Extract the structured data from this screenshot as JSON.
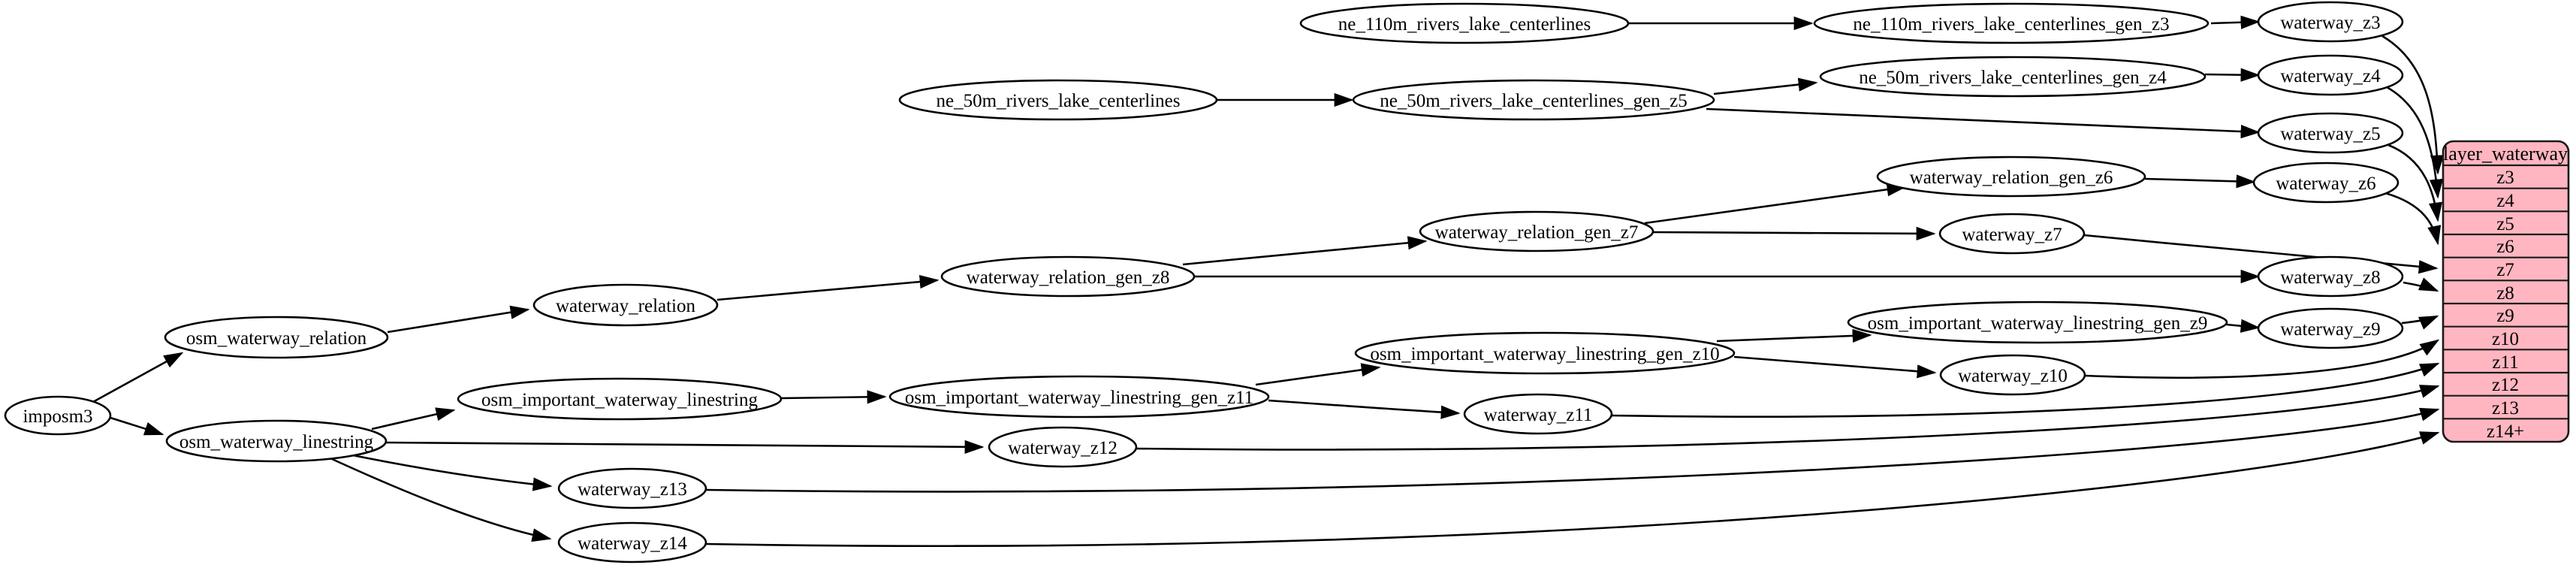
{
  "colors": {
    "background": "#ffffff",
    "node_fill": "#ffffff",
    "node_stroke": "#000000",
    "edge": "#000000",
    "table_fill": "#ffb6c1",
    "table_stroke": "#1a1a1a",
    "text": "#000000"
  },
  "nodes": {
    "imposm3": {
      "label": "imposm3"
    },
    "osm_waterway_relation": {
      "label": "osm_waterway_relation"
    },
    "osm_waterway_linestring": {
      "label": "osm_waterway_linestring"
    },
    "waterway_relation": {
      "label": "waterway_relation"
    },
    "osm_important_waterway_linestring": {
      "label": "osm_important_waterway_linestring"
    },
    "waterway_relation_gen_z8": {
      "label": "waterway_relation_gen_z8"
    },
    "waterway_relation_gen_z7": {
      "label": "waterway_relation_gen_z7"
    },
    "waterway_relation_gen_z6": {
      "label": "waterway_relation_gen_z6"
    },
    "osm_important_waterway_linestring_gen_z11": {
      "label": "osm_important_waterway_linestring_gen_z11"
    },
    "osm_important_waterway_linestring_gen_z10": {
      "label": "osm_important_waterway_linestring_gen_z10"
    },
    "osm_important_waterway_linestring_gen_z9": {
      "label": "osm_important_waterway_linestring_gen_z9"
    },
    "ne_110m_rivers_lake_centerlines": {
      "label": "ne_110m_rivers_lake_centerlines"
    },
    "ne_110m_rivers_lake_centerlines_gen_z3": {
      "label": "ne_110m_rivers_lake_centerlines_gen_z3"
    },
    "ne_50m_rivers_lake_centerlines": {
      "label": "ne_50m_rivers_lake_centerlines"
    },
    "ne_50m_rivers_lake_centerlines_gen_z5": {
      "label": "ne_50m_rivers_lake_centerlines_gen_z5"
    },
    "ne_50m_rivers_lake_centerlines_gen_z4": {
      "label": "ne_50m_rivers_lake_centerlines_gen_z4"
    },
    "waterway_z3": {
      "label": "waterway_z3"
    },
    "waterway_z4": {
      "label": "waterway_z4"
    },
    "waterway_z5": {
      "label": "waterway_z5"
    },
    "waterway_z6": {
      "label": "waterway_z6"
    },
    "waterway_z7": {
      "label": "waterway_z7"
    },
    "waterway_z8": {
      "label": "waterway_z8"
    },
    "waterway_z9": {
      "label": "waterway_z9"
    },
    "waterway_z10": {
      "label": "waterway_z10"
    },
    "waterway_z11": {
      "label": "waterway_z11"
    },
    "waterway_z12": {
      "label": "waterway_z12"
    },
    "waterway_z13": {
      "label": "waterway_z13"
    },
    "waterway_z14": {
      "label": "waterway_z14"
    }
  },
  "table": {
    "title": "layer_waterway",
    "rows": [
      "z3",
      "z4",
      "z5",
      "z6",
      "z7",
      "z8",
      "z9",
      "z10",
      "z11",
      "z12",
      "z13",
      "z14+"
    ]
  },
  "edges": [
    {
      "from": "imposm3",
      "to": "osm_waterway_relation"
    },
    {
      "from": "imposm3",
      "to": "osm_waterway_linestring"
    },
    {
      "from": "osm_waterway_relation",
      "to": "waterway_relation"
    },
    {
      "from": "osm_waterway_linestring",
      "to": "osm_important_waterway_linestring"
    },
    {
      "from": "osm_waterway_linestring",
      "to": "waterway_z12"
    },
    {
      "from": "osm_waterway_linestring",
      "to": "waterway_z13"
    },
    {
      "from": "osm_waterway_linestring",
      "to": "waterway_z14"
    },
    {
      "from": "waterway_relation",
      "to": "waterway_relation_gen_z8"
    },
    {
      "from": "waterway_relation_gen_z8",
      "to": "waterway_relation_gen_z7"
    },
    {
      "from": "waterway_relation_gen_z8",
      "to": "waterway_z8"
    },
    {
      "from": "waterway_relation_gen_z7",
      "to": "waterway_relation_gen_z6"
    },
    {
      "from": "waterway_relation_gen_z7",
      "to": "waterway_z7"
    },
    {
      "from": "waterway_relation_gen_z6",
      "to": "waterway_z6"
    },
    {
      "from": "osm_important_waterway_linestring",
      "to": "osm_important_waterway_linestring_gen_z11"
    },
    {
      "from": "osm_important_waterway_linestring_gen_z11",
      "to": "osm_important_waterway_linestring_gen_z10"
    },
    {
      "from": "osm_important_waterway_linestring_gen_z11",
      "to": "waterway_z11"
    },
    {
      "from": "osm_important_waterway_linestring_gen_z10",
      "to": "osm_important_waterway_linestring_gen_z9"
    },
    {
      "from": "osm_important_waterway_linestring_gen_z10",
      "to": "waterway_z10"
    },
    {
      "from": "osm_important_waterway_linestring_gen_z9",
      "to": "waterway_z9"
    },
    {
      "from": "ne_110m_rivers_lake_centerlines",
      "to": "ne_110m_rivers_lake_centerlines_gen_z3"
    },
    {
      "from": "ne_110m_rivers_lake_centerlines_gen_z3",
      "to": "waterway_z3"
    },
    {
      "from": "ne_50m_rivers_lake_centerlines",
      "to": "ne_50m_rivers_lake_centerlines_gen_z5"
    },
    {
      "from": "ne_50m_rivers_lake_centerlines_gen_z5",
      "to": "ne_50m_rivers_lake_centerlines_gen_z4"
    },
    {
      "from": "ne_50m_rivers_lake_centerlines_gen_z5",
      "to": "waterway_z5"
    },
    {
      "from": "ne_50m_rivers_lake_centerlines_gen_z4",
      "to": "waterway_z4"
    },
    {
      "from": "waterway_z3",
      "to": "layer_waterway.z3"
    },
    {
      "from": "waterway_z4",
      "to": "layer_waterway.z4"
    },
    {
      "from": "waterway_z5",
      "to": "layer_waterway.z5"
    },
    {
      "from": "waterway_z6",
      "to": "layer_waterway.z6"
    },
    {
      "from": "waterway_z7",
      "to": "layer_waterway.z7"
    },
    {
      "from": "waterway_z8",
      "to": "layer_waterway.z8"
    },
    {
      "from": "waterway_z9",
      "to": "layer_waterway.z9"
    },
    {
      "from": "waterway_z10",
      "to": "layer_waterway.z10"
    },
    {
      "from": "waterway_z11",
      "to": "layer_waterway.z11"
    },
    {
      "from": "waterway_z12",
      "to": "layer_waterway.z12"
    },
    {
      "from": "waterway_z13",
      "to": "layer_waterway.z13"
    },
    {
      "from": "waterway_z14",
      "to": "layer_waterway.z14+"
    }
  ]
}
